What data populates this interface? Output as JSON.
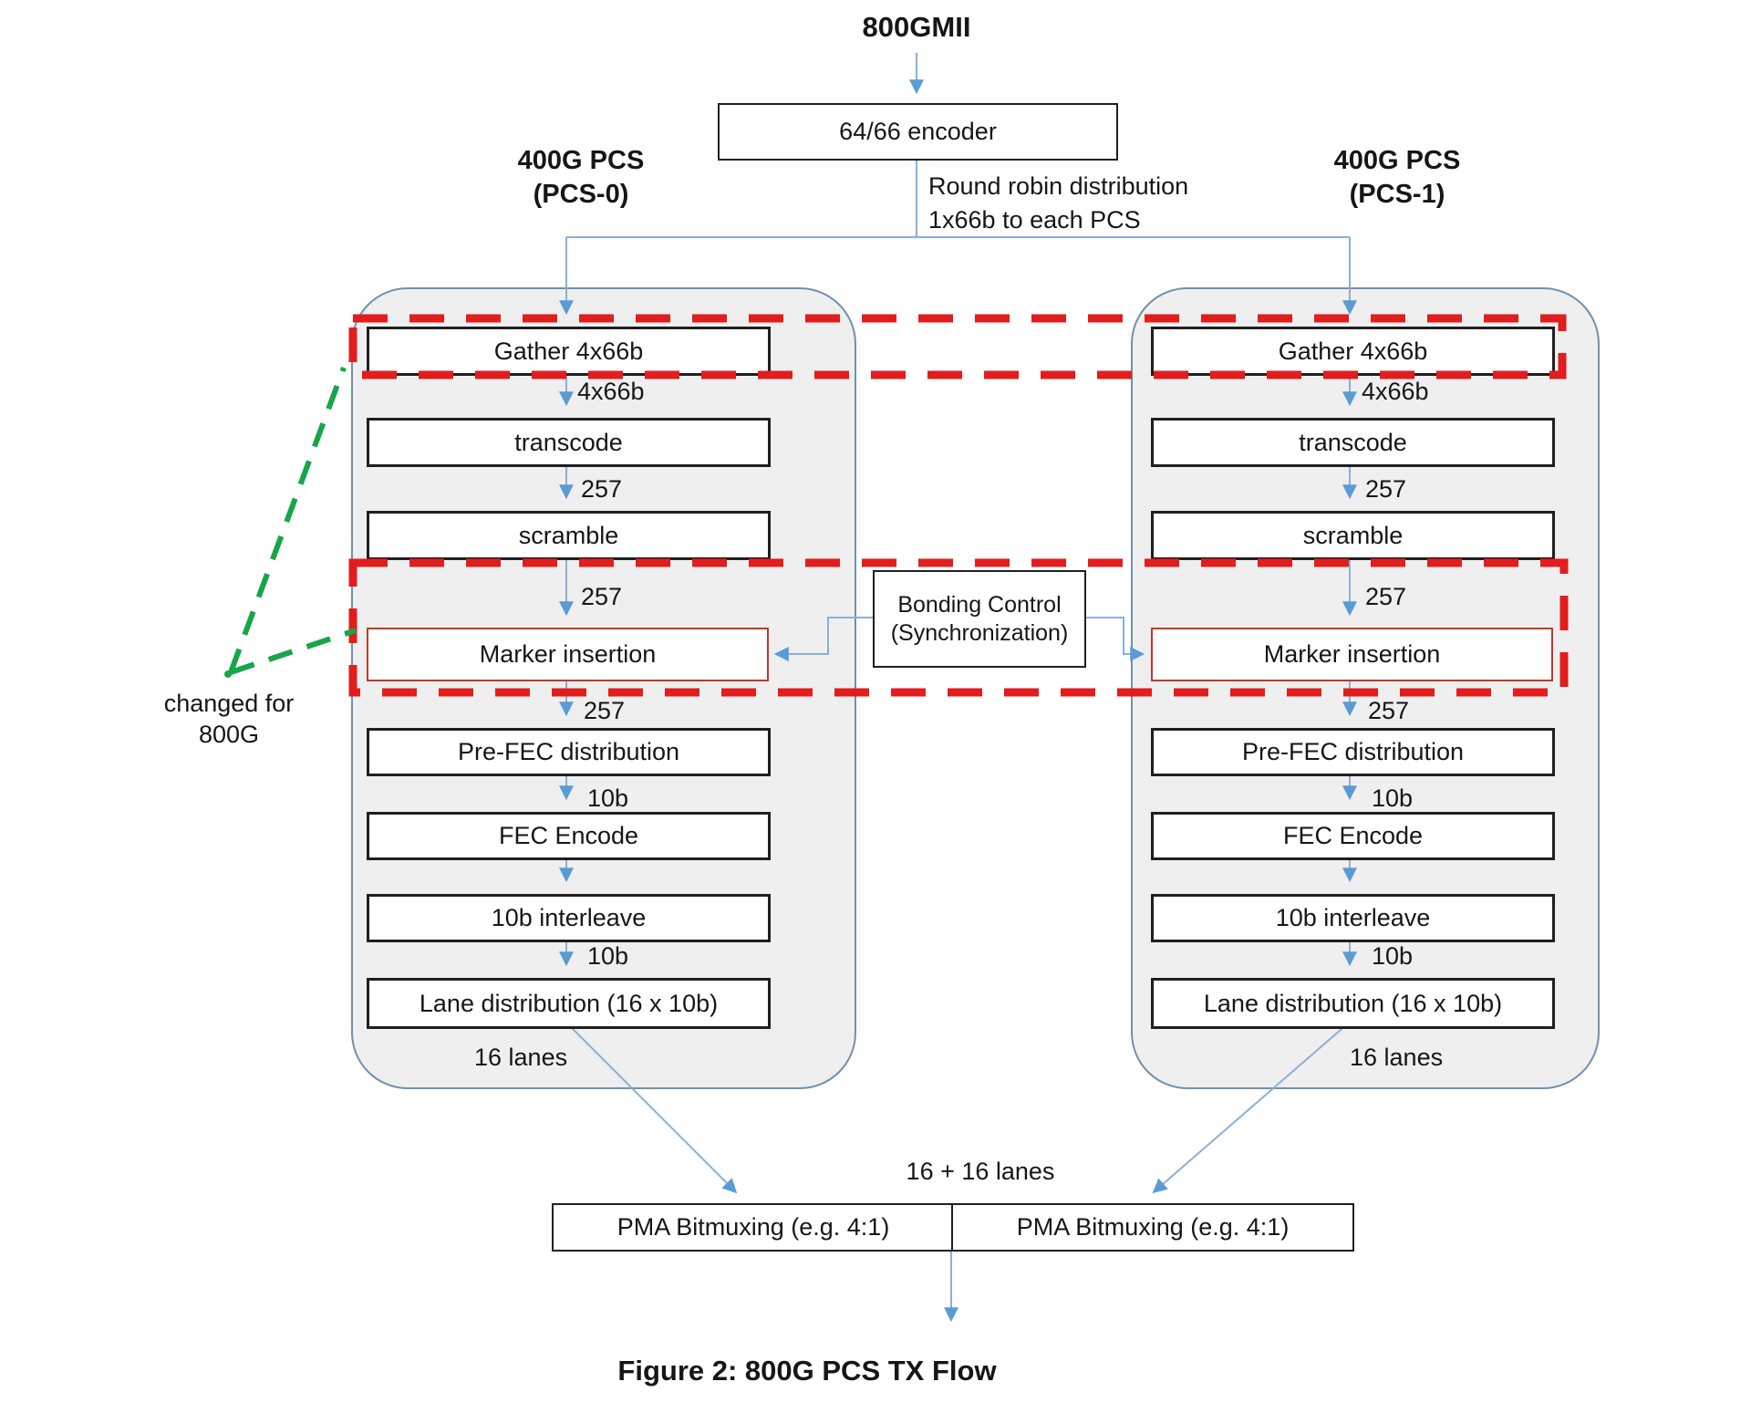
{
  "title": "800GMII",
  "caption": "Figure 2: 800G PCS TX Flow",
  "encoder": {
    "label": "64/66 encoder"
  },
  "distribution_note": {
    "line1": "Round robin distribution",
    "line2": "1x66b to each PCS"
  },
  "pcs0": {
    "title_line1": "400G PCS",
    "title_line2": "(PCS-0)",
    "lanes_label": "16 lanes"
  },
  "pcs1": {
    "title_line1": "400G PCS",
    "title_line2": "(PCS-1)",
    "lanes_label": "16 lanes"
  },
  "pipeline": {
    "gather": "Gather 4x66b",
    "gather_out": "4x66b",
    "transcode": "transcode",
    "transcode_out": "257",
    "scramble": "scramble",
    "scramble_out": "257",
    "marker": "Marker insertion",
    "marker_out": "257",
    "prefec": "Pre-FEC distribution",
    "prefec_out": "10b",
    "fec": "FEC Encode",
    "interleave": "10b interleave",
    "interleave_out": "10b",
    "lane_dist": "Lane distribution  (16 x 10b)"
  },
  "bonding": {
    "line1": "Bonding Control",
    "line2": "(Synchronization)"
  },
  "annotations": {
    "changed_line1": "changed for",
    "changed_line2": "800G",
    "lanes_sum": "16 + 16 lanes"
  },
  "pma": {
    "left": "PMA Bitmuxing  (e.g. 4:1)",
    "right": "PMA Bitmuxing  (e.g. 4:1)"
  },
  "colors": {
    "red_dash": "#e11d1d",
    "green_dash": "#17a549",
    "line_blue": "#8ab0d6",
    "arrow_blue": "#5b9bd5",
    "container_fill": "#efefef",
    "container_border": "#7191ad",
    "marker_box_border": "#c0392b"
  }
}
